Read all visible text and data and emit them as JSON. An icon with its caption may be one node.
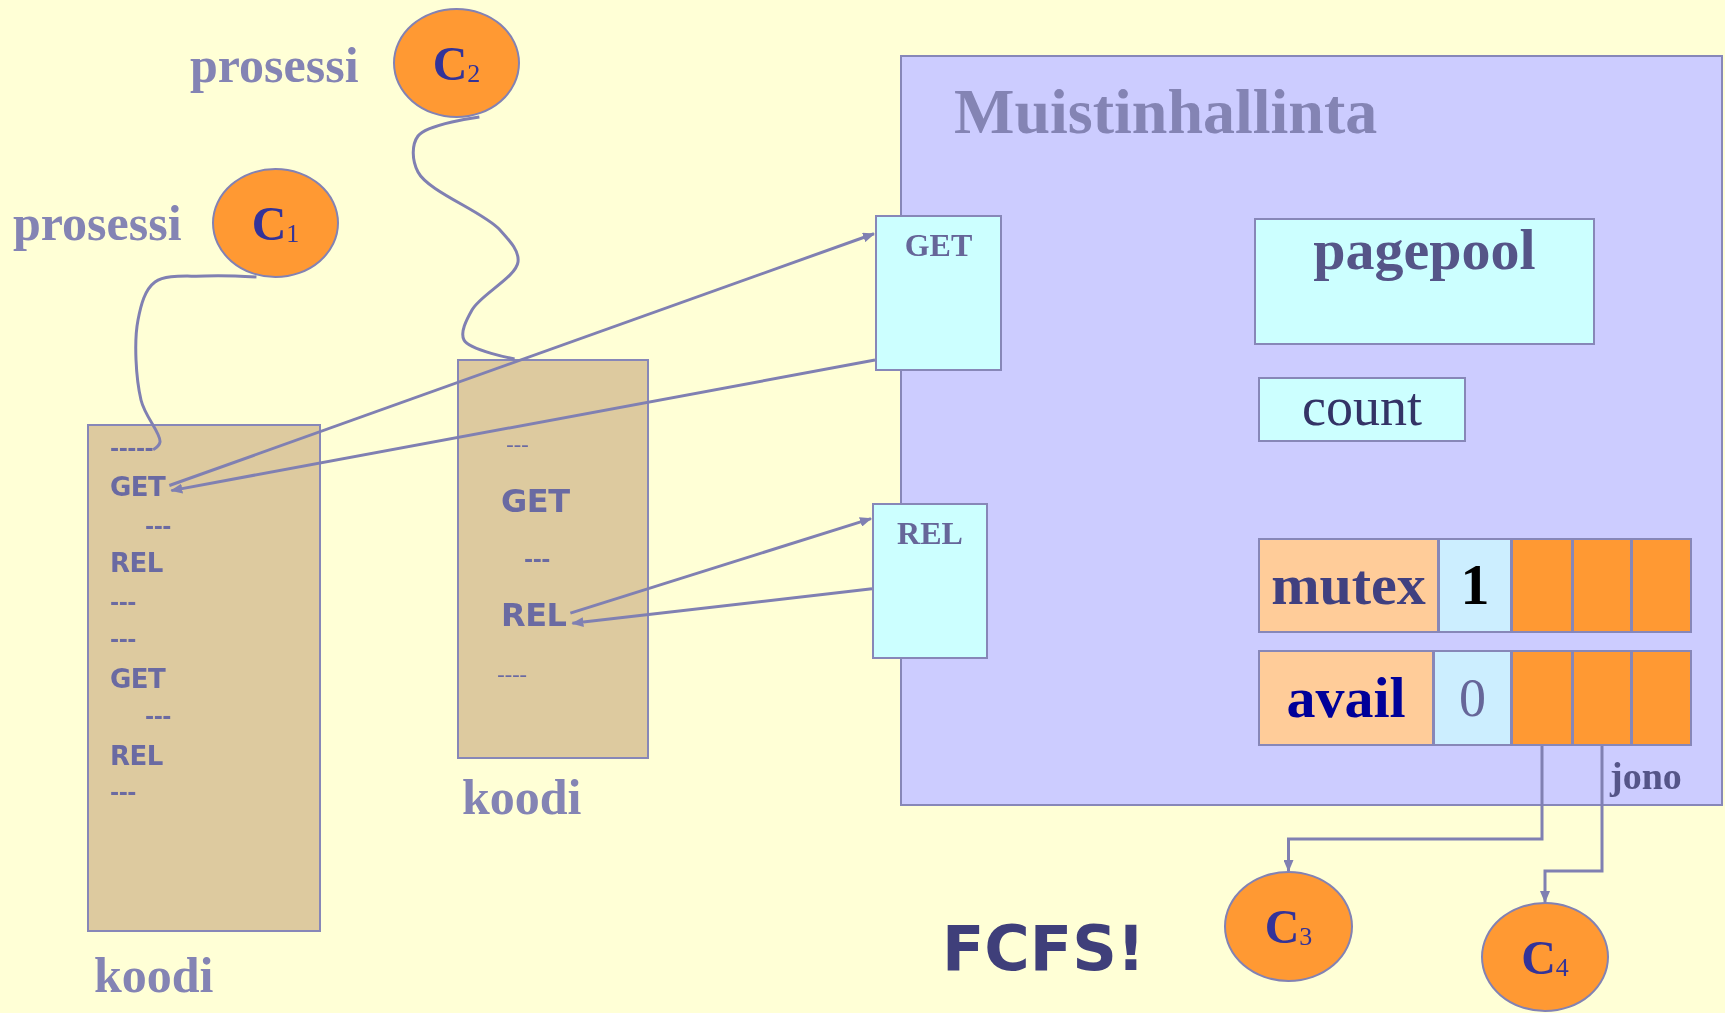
{
  "diagram": {
    "nodes": [
      {
        "text": [
          "C$_{2}$"
        ],
        "beside": [
          "prosessi"
        ]
      },
      {
        "text": [
          "C$_{1}$"
        ],
        "beside": [
          "prosessi"
        ]
      },
      {
        "text": [],
        "shape": "box",
        "beside": [
          "koodi"
        ]
      },
      {
        "text": [
          "-----"
        ],
        "in": 2
      },
      {
        "text": [
          "GET"
        ],
        "in": 2
      },
      {
        "text": [
          "---"
        ],
        "in": 2
      },
      {
        "text": [
          "REL"
        ],
        "in": 2
      },
      {
        "text": [
          "---"
        ],
        "in": 2
      },
      {
        "text": [
          "---"
        ],
        "in": 2
      },
      {
        "text": [
          "GET"
        ],
        "in": 2
      },
      {
        "text": [
          "---"
        ],
        "in": 2
      },
      {
        "text": [
          "REL"
        ],
        "in": 2
      },
      {
        "text": [
          "---"
        ],
        "in": 2
      },
      {
        "text": [],
        "shape": "box",
        "beside": [
          "koodi"
        ]
      },
      {
        "text": [
          "---"
        ],
        "in": 13
      },
      {
        "text": [
          "GET"
        ],
        "in": 13
      },
      {
        "text": [
          "---"
        ],
        "in": 13
      },
      {
        "text": [
          "REL"
        ],
        "in": 13
      },
      {
        "text": [
          "----"
        ],
        "in": 13
      },
      {
        "text": [
          "Muistinhallinta"
        ]
      },
      {
        "text": [
          "GET"
        ]
      },
      {
        "text": [
          "pagepool"
        ],
        "in": 19
      },
      {
        "text": [
          "count"
        ],
        "in": 19
      },
      {
        "text": [
          "REL"
        ]
      },
      {
        "text": [
          "mutex"
        ],
        "in": 19
      },
      {
        "text": [
          "1"
        ],
        "in": 19
      },
      {
        "text": [],
        "shape": "box",
        "in": 19
      },
      {
        "text": [],
        "shape": "box",
        "in": 19
      },
      {
        "text": [],
        "shape": "box",
        "in": 19
      },
      {
        "text": [
          "avail"
        ],
        "in": 19
      },
      {
        "text": [
          "0"
        ],
        "in": 19
      },
      {
        "text": [],
        "shape": "box",
        "in": 19
      },
      {
        "text": [],
        "shape": "box",
        "in": 19
      },
      {
        "text": [],
        "shape": "box",
        "in": 19
      },
      {
        "text": [
          "C$_{3}$"
        ]
      },
      {
        "text": [
          "C$_{4}$"
        ]
      }
    ],
    "edges": [
      {
        "from": 1,
        "to": 3,
        "arrow": "none"
      },
      {
        "from": 0,
        "to": 13,
        "arrow": "none"
      },
      {
        "from": 4,
        "to": 20,
        "arrow": "to"
      },
      {
        "from": 20,
        "to": 4,
        "arrow": "to"
      },
      {
        "from": 17,
        "to": 23,
        "arrow": "to"
      },
      {
        "from": 23,
        "to": 17,
        "arrow": "to"
      },
      {
        "from": 31,
        "to": 34,
        "arrow": "to"
      },
      {
        "from": 32,
        "to": 35,
        "arrow": "to"
      }
    ],
    "labels": [
      "jono",
      "FCFS!"
    ]
  }
}
